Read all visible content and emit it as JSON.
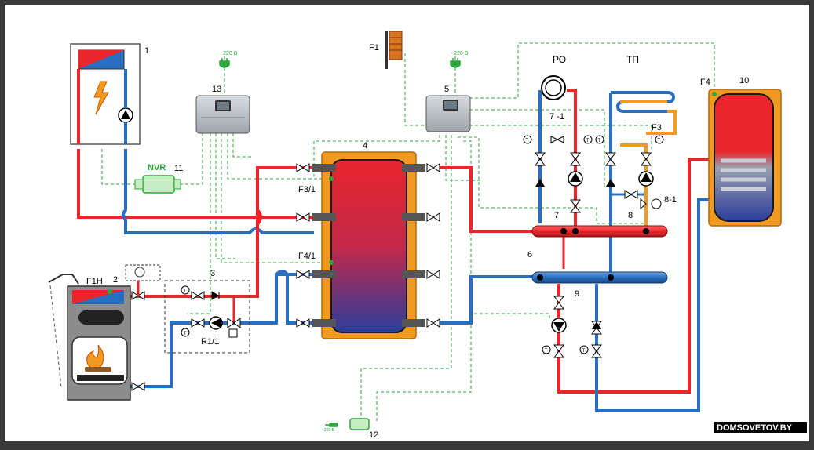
{
  "labels": {
    "n1": "1",
    "n2": "2",
    "n3": "3",
    "n4": "4",
    "n5": "5",
    "n6": "6",
    "n7": "7",
    "n7_1": "7 -1",
    "n8": "8",
    "n8_1": "8-1",
    "n9": "9",
    "n10": "10",
    "n11": "11",
    "n12": "12",
    "n13": "13",
    "nvr": "NVR",
    "f1": "F1",
    "f1h": "F1H",
    "f3": "F3",
    "f3_1": "F3/1",
    "f4": "F4",
    "f4_1": "F4/1",
    "r1_1": "R1/1",
    "ro": "РО",
    "tp": "ТП",
    "power_13": "~220 В",
    "power_5": "~220 В",
    "power_12": "~220 В",
    "gauge_t": "T",
    "watermark": "DOMSOVETOV.BY"
  },
  "colors": {
    "hot": "#e8262b",
    "cold": "#2a6fbf",
    "control": "#2aa83a",
    "tank_jacket": "#f29a1f",
    "tank_hot": "#e8262b",
    "tank_cold": "#2b3d9c",
    "boiler_body": "#8c8c8c",
    "controller_body": "#b9bec4",
    "background": "#ffffff",
    "frame": "#3a3a3a"
  },
  "icons": {
    "heating_element": "lightning-icon",
    "pump": "pump-icon",
    "valve": "valve-icon",
    "check_valve": "check-valve-icon",
    "thermometer": "thermometer-icon",
    "radiator": "radiator-icon",
    "underfloor": "underfloor-heating-icon",
    "controller": "controller-icon",
    "plug": "power-plug-icon",
    "sensor": "sensor-icon",
    "mixing_valve": "mixing-valve-icon",
    "flame": "flame-icon",
    "chimney": "chimney-icon"
  }
}
